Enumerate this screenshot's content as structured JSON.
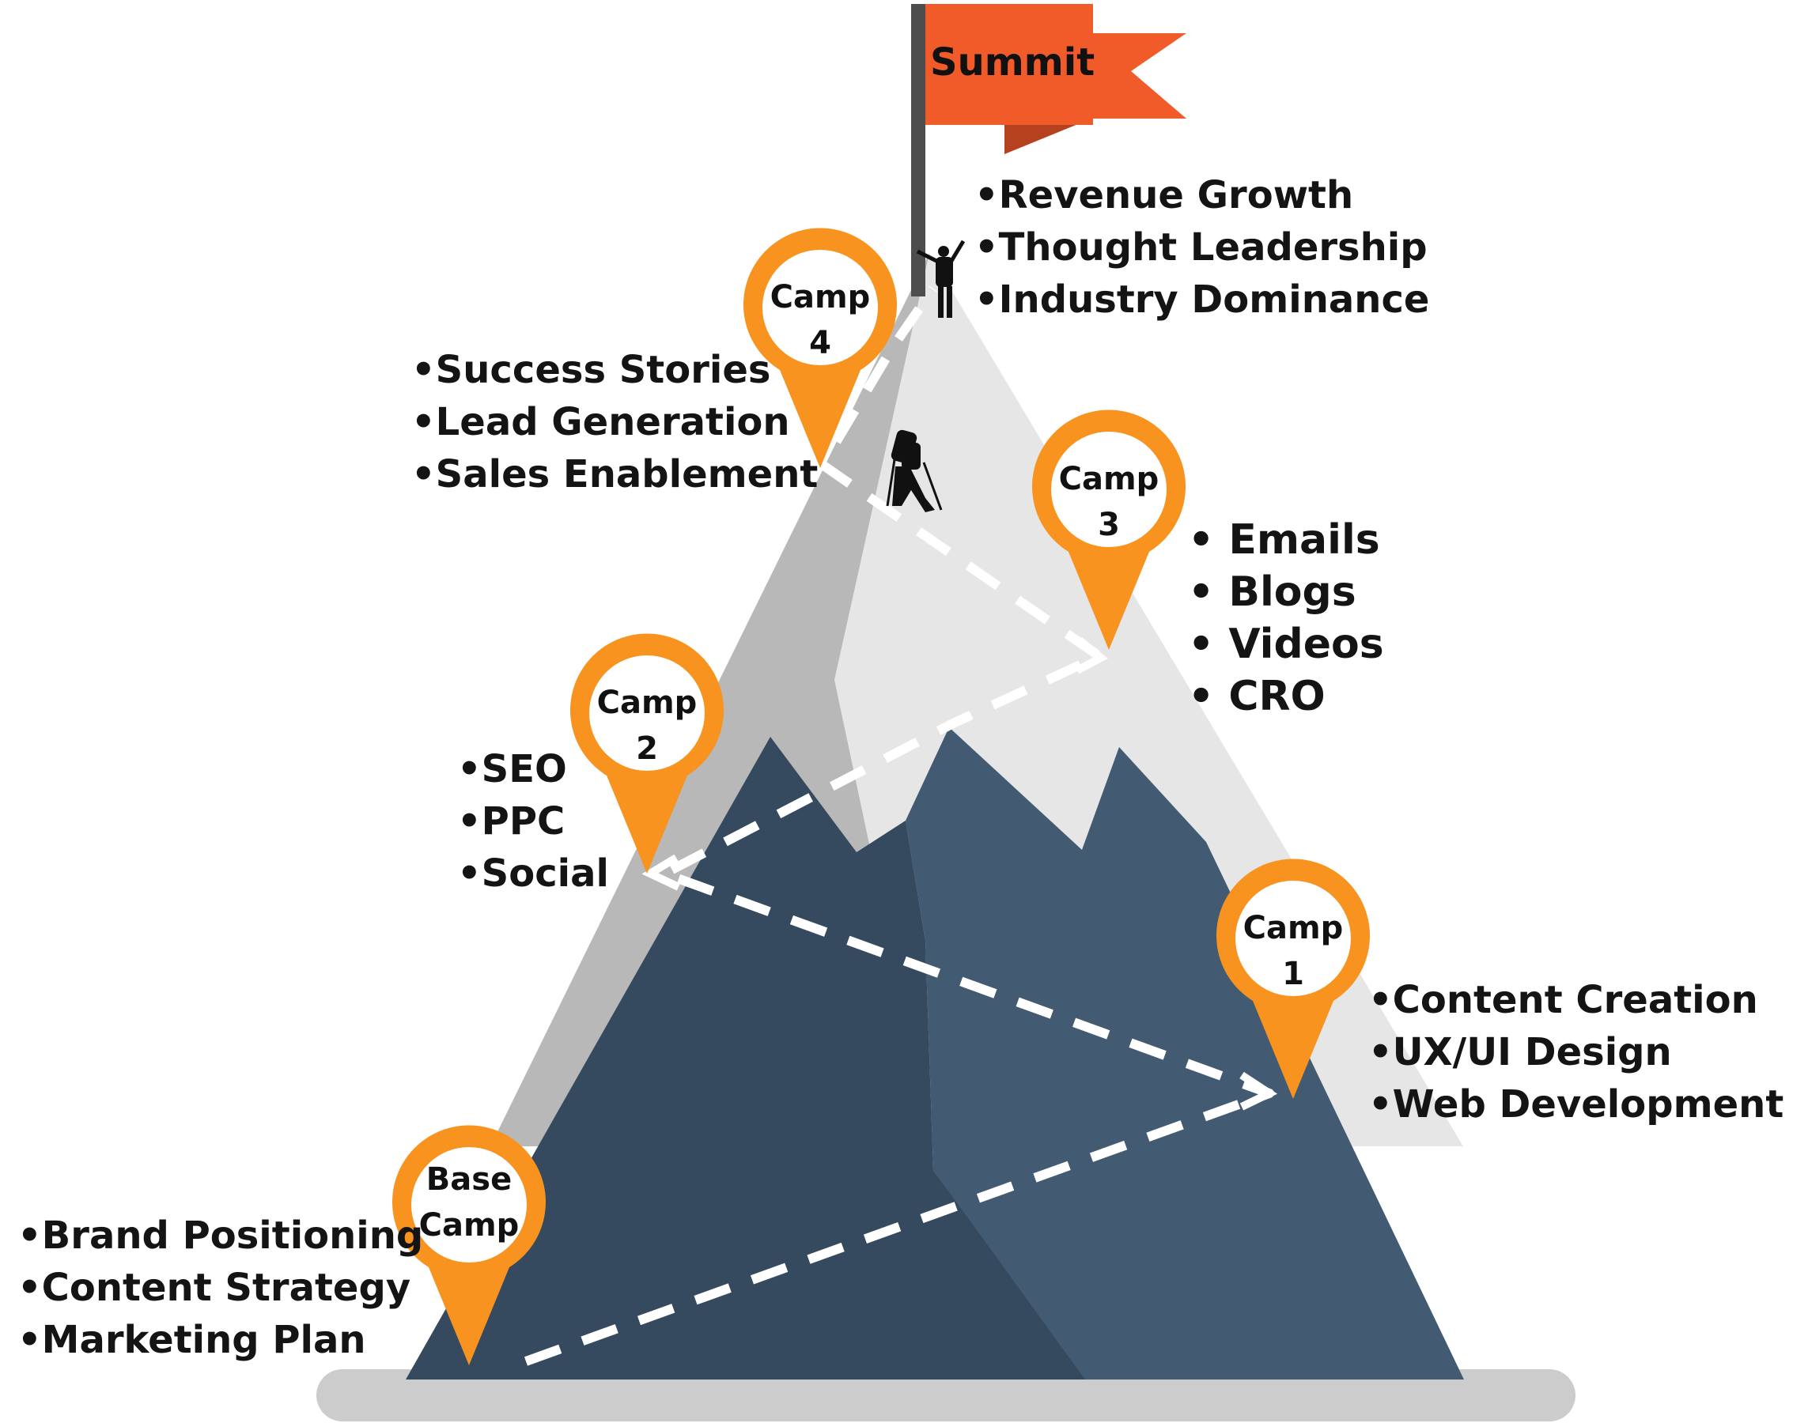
{
  "colors": {
    "orange": "#F7931E",
    "flag_red": "#F15A29",
    "mountain_dark": "#354A5F",
    "mountain_mid": "#425B73",
    "snow_light": "#E6E6E6",
    "snow_grey": "#B8B8B8",
    "ground": "#CCCCCC",
    "path": "#FFFFFF"
  },
  "summit": {
    "flag_label": "Summit",
    "items": [
      "•Revenue Growth",
      "•Thought Leadership",
      "•Industry Dominance"
    ]
  },
  "camps": {
    "camp4": {
      "line1": "Camp",
      "line2": "4",
      "items": [
        "•Success Stories",
        "•Lead Generation",
        "•Sales Enablement"
      ]
    },
    "camp3": {
      "line1": "Camp",
      "line2": "3",
      "items": [
        "•  Emails",
        "•  Blogs",
        "•  Videos",
        "•  CRO"
      ]
    },
    "camp2": {
      "line1": "Camp",
      "line2": "2",
      "items": [
        "•SEO",
        "•PPC",
        "•Social"
      ]
    },
    "camp1": {
      "line1": "Camp",
      "line2": "1",
      "items": [
        "•Content Creation",
        "•UX/UI Design",
        "•Web Development"
      ]
    },
    "base": {
      "line1": "Base",
      "line2": "Camp",
      "items": [
        "•Brand Positioning",
        "•Content Strategy",
        "•Marketing Plan"
      ]
    }
  }
}
